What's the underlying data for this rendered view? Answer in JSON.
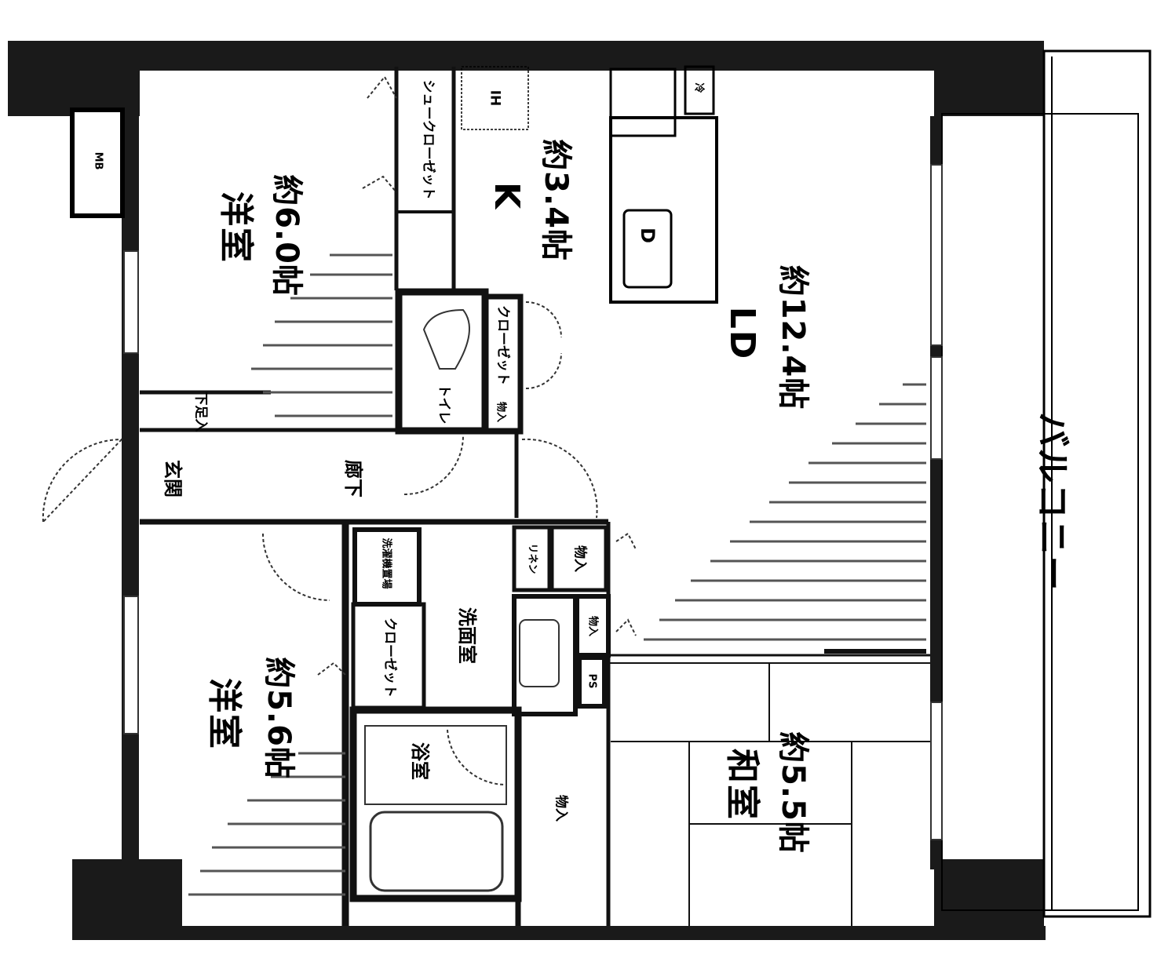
{
  "rooms": {
    "western_room_north": {
      "name": "洋室",
      "area": "約6.0帖"
    },
    "kitchen": {
      "name": "K",
      "area": "約3.4帖"
    },
    "living_dining": {
      "name": "LD",
      "area": "約12.4帖"
    },
    "western_room_south": {
      "name": "洋室",
      "area": "約5.6帖"
    },
    "japanese_room": {
      "name": "和室",
      "area": "約5.5帖"
    },
    "balcony": {
      "name": "バルコニー"
    }
  },
  "labels": {
    "entrance": "玄関",
    "hallway": "廊下",
    "shoe_box": "下足入",
    "shoe_closet": "シュークローゼット",
    "closet_north": "クローゼット",
    "closet_south": "クローゼット",
    "toilet": "トイレ",
    "storage_wall": "物入",
    "washroom": "洗面室",
    "washer": "洗濯機置場",
    "bathroom": "浴室",
    "storage_1": "物入",
    "storage_2": "物入",
    "storage_3": "物入",
    "storage_linen": "リネン",
    "ps": "PS",
    "fridge": "冷",
    "mb": "MB",
    "cooktop": "IH",
    "sink": "D"
  }
}
